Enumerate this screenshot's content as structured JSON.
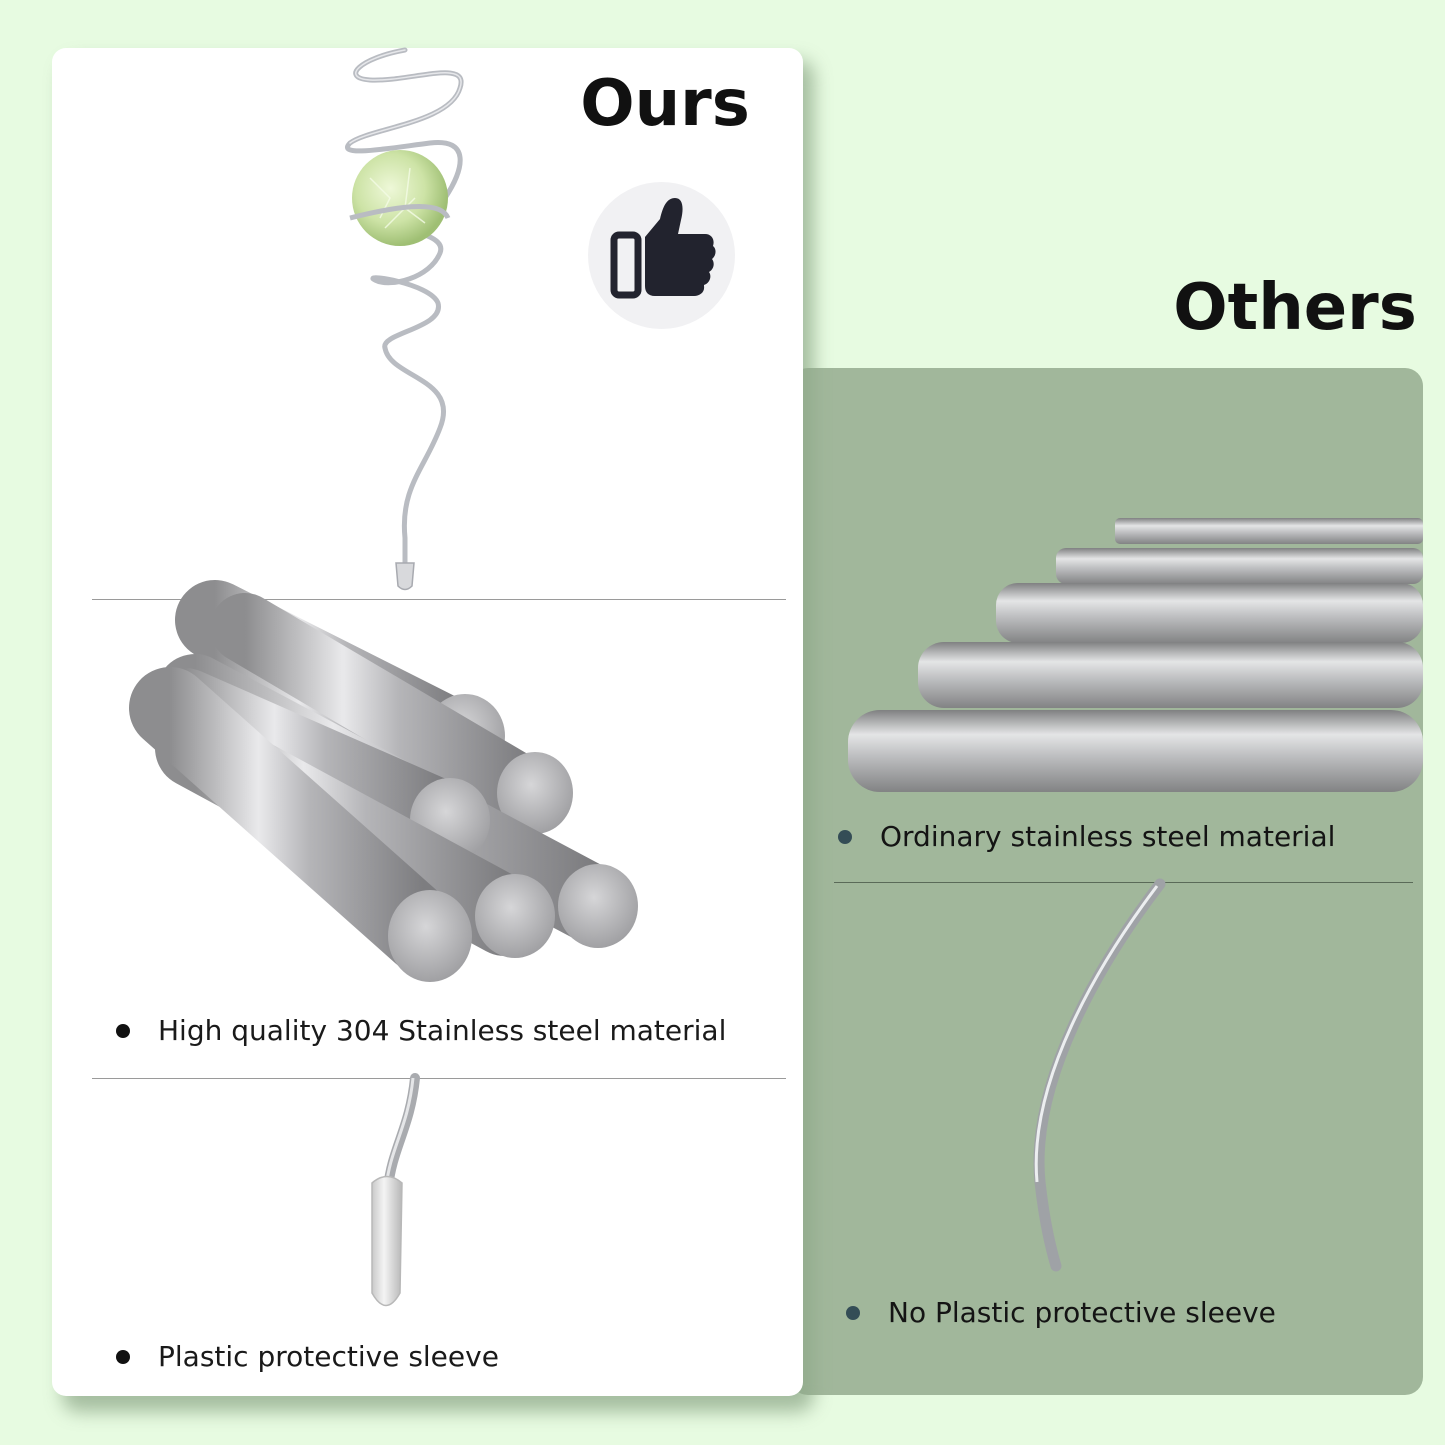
{
  "ours": {
    "title": "Ours",
    "badge_icon": "thumbs-up-icon",
    "features": [
      "High quality 304 Stainless steel material",
      "Plastic protective sleeve"
    ]
  },
  "others": {
    "title": "Others",
    "features": [
      "Ordinary stainless steel material",
      "No Plastic protective sleeve"
    ]
  },
  "colors": {
    "background": "#e7fbe1",
    "ours_panel": "#ffffff",
    "others_panel": "#a1b79b",
    "thumb_icon": "#22232e",
    "others_bullet": "#344d56"
  }
}
